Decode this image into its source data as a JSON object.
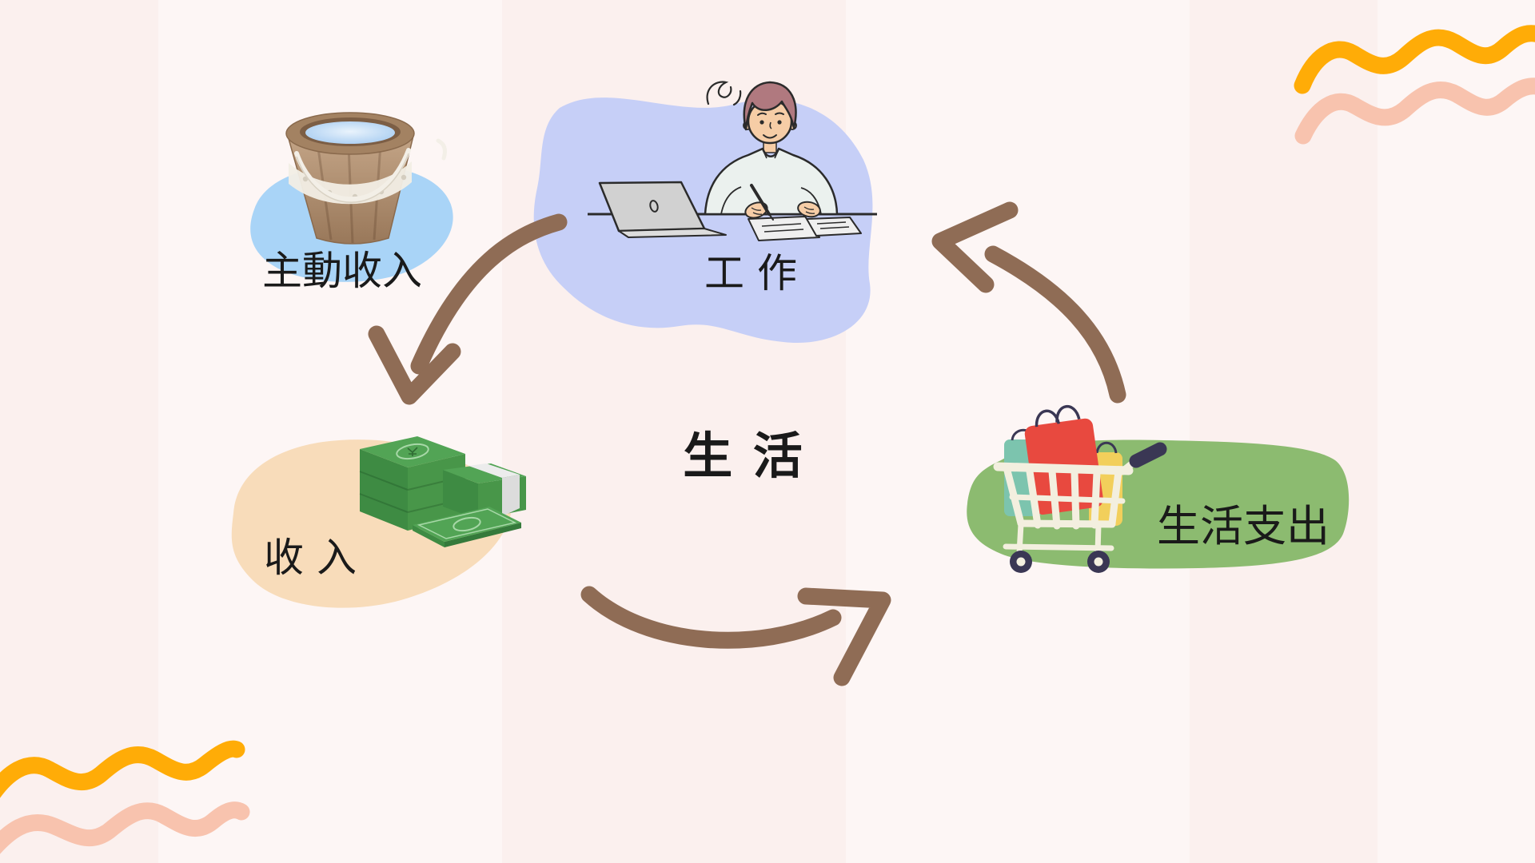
{
  "colors": {
    "bg-base": "#fbf0ee",
    "bg-band": "rgba(255,255,255,0.42)",
    "blob-work": "#c6cff7",
    "blob-bucket": "#a9d4f7",
    "blob-money": "#f8dcba",
    "blob-cart": "#8cbb70",
    "arrow": "#8f6c55",
    "wave-orange": "#ffac07",
    "wave-pink": "#f8c3ae",
    "ink": "#1a1a1a"
  },
  "labels": {
    "work": "工 作",
    "active_income": "主動收入",
    "income": "收 入",
    "life": "生 活",
    "living_expenses": "生活支出"
  },
  "illustrations": {
    "work": "person-writing-at-desk-with-laptop",
    "active_income": "wooden-bucket-of-water",
    "income": "stacks-of-banknotes",
    "living_expenses": "shopping-cart-with-bags"
  },
  "arrows": {
    "color": "#8f6c55",
    "style": "hand-drawn curved",
    "flow": [
      "work-to-income",
      "income-to-living-expenses",
      "living-expenses-to-work"
    ]
  },
  "decorations": [
    "wavy-lines-top-right",
    "wavy-lines-bottom-left"
  ]
}
